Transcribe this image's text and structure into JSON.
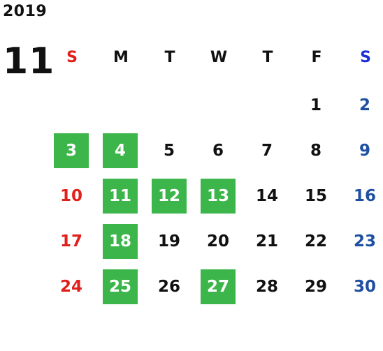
{
  "year": "2019",
  "month": "11",
  "weekdays": [
    "S",
    "M",
    "T",
    "W",
    "T",
    "F",
    "S"
  ],
  "colors": {
    "sunday": "#e0201b",
    "saturday": "#1f4fa0",
    "highlight": "#3cb54a"
  },
  "weeks": [
    [
      "",
      "",
      "",
      "",
      "",
      "1",
      "2"
    ],
    [
      "3",
      "4",
      "5",
      "6",
      "7",
      "8",
      "9"
    ],
    [
      "10",
      "11",
      "12",
      "13",
      "14",
      "15",
      "16"
    ],
    [
      "17",
      "18",
      "19",
      "20",
      "21",
      "22",
      "23"
    ],
    [
      "24",
      "25",
      "26",
      "27",
      "28",
      "29",
      "30"
    ]
  ],
  "highlighted_days": [
    "3",
    "4",
    "11",
    "12",
    "13",
    "18",
    "25",
    "27"
  ]
}
